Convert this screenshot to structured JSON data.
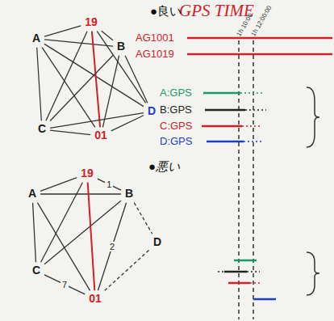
{
  "diagram": {
    "title": "GPS TIME",
    "nodes": [
      {
        "text": [
          "A"
        ]
      },
      {
        "text": [
          "19"
        ]
      },
      {
        "text": [
          "B"
        ]
      },
      {
        "text": [
          "C"
        ]
      },
      {
        "text": [
          "D"
        ]
      },
      {
        "text": [
          "01"
        ]
      },
      {
        "text": [
          "A"
        ]
      },
      {
        "text": [
          "19"
        ]
      },
      {
        "text": [
          "B"
        ]
      },
      {
        "text": [
          "C"
        ]
      },
      {
        "text": [
          "D"
        ]
      },
      {
        "text": [
          "01"
        ]
      }
    ],
    "edges": [
      {
        "from": 0,
        "to": 1,
        "arrow": "none"
      },
      {
        "from": 0,
        "to": 2,
        "arrow": "none"
      },
      {
        "from": 0,
        "to": 3,
        "arrow": "none"
      },
      {
        "from": 0,
        "to": 4,
        "arrow": "none"
      },
      {
        "from": 0,
        "to": 5,
        "arrow": "none"
      },
      {
        "from": 1,
        "to": 2,
        "arrow": "none"
      },
      {
        "from": 1,
        "to": 3,
        "arrow": "none"
      },
      {
        "from": 1,
        "to": 4,
        "arrow": "none"
      },
      {
        "from": 1,
        "to": 5,
        "arrow": "none"
      },
      {
        "from": 2,
        "to": 3,
        "arrow": "none"
      },
      {
        "from": 2,
        "to": 4,
        "arrow": "none"
      },
      {
        "from": 2,
        "to": 5,
        "arrow": "none"
      },
      {
        "from": 3,
        "to": 4,
        "arrow": "none"
      },
      {
        "from": 3,
        "to": 5,
        "arrow": "none"
      },
      {
        "from": 4,
        "to": 5,
        "arrow": "none"
      },
      {
        "from": 6,
        "to": 7,
        "arrow": "none"
      },
      {
        "from": 7,
        "to": 8,
        "label": "1",
        "arrow": "none"
      },
      {
        "from": 6,
        "to": 8,
        "arrow": "none"
      },
      {
        "from": 6,
        "to": 9,
        "arrow": "none"
      },
      {
        "from": 6,
        "to": 11,
        "arrow": "none"
      },
      {
        "from": 9,
        "to": 7,
        "arrow": "none"
      },
      {
        "from": 9,
        "to": 8,
        "arrow": "none"
      },
      {
        "from": 9,
        "to": 11,
        "label": "7",
        "arrow": "none"
      },
      {
        "from": 7,
        "to": 11,
        "arrow": "none"
      },
      {
        "from": 8,
        "to": 11,
        "label": "2",
        "arrow": "none"
      },
      {
        "from": 8,
        "to": 10,
        "arrow": "none"
      },
      {
        "from": 11,
        "to": 10,
        "arrow": "none"
      }
    ],
    "labels": [
      "●良い",
      "●悪い",
      "AG1001",
      "AG1019",
      "A:GPS",
      "B:GPS",
      "C:GPS",
      "D:GPS",
      "1h 10:00",
      "1h 12:00:00"
    ]
  }
}
